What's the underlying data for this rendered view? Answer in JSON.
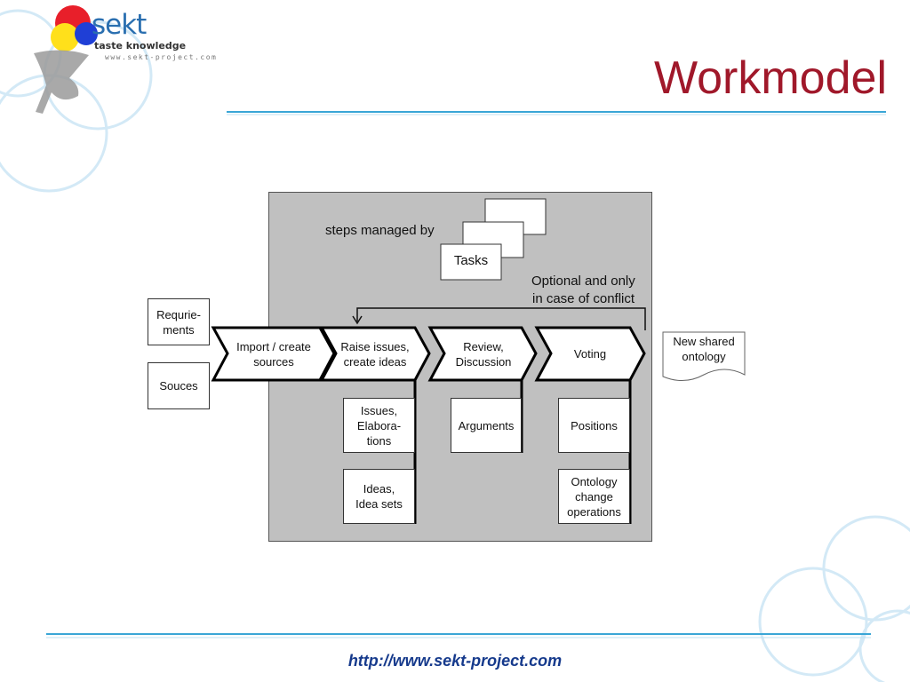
{
  "logo": {
    "brand": "sekt",
    "tagline": "taste knowledge",
    "url": "www.sekt-project.com"
  },
  "title": "Workmodel",
  "footer": {
    "url": "http://www.sekt-project.com"
  },
  "diagram": {
    "steps_label": "steps managed by",
    "tasks_label": "Tasks",
    "optional_label_line1": "Optional and only",
    "optional_label_line2": "in case of conflict",
    "inputs": [
      "Requrie-\nments",
      "Souces"
    ],
    "steps": [
      "Import / create\nsources",
      "Raise issues,\ncreate ideas",
      "Review,\nDiscussion",
      "Voting"
    ],
    "outputs": {
      "raise": [
        "Issues,\nElabora-\ntions",
        "Ideas,\nIdea sets"
      ],
      "review": [
        "Arguments"
      ],
      "voting": [
        "Positions",
        "Ontology\nchange\noperations"
      ]
    },
    "result": "New shared\nontology"
  },
  "colors": {
    "title": "#a0182a",
    "footer": "#163a8c",
    "rule": "#3aa6d6",
    "panel": "#c0c0c0"
  }
}
